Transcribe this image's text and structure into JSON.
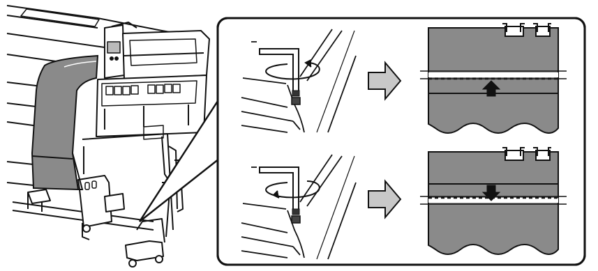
{
  "figure": {
    "kind": "printer-maintenance-illustration",
    "colors": {
      "line": "#111111",
      "media_gray": "#8a8a8a",
      "media_dark": "#555555",
      "arrow_fill": "#c8c8c8",
      "background": "#ffffff"
    },
    "steps": [
      {
        "id": "step-top",
        "tool": "hex-wrench",
        "rotation": "turn",
        "result_arrow": "up"
      },
      {
        "id": "step-bottom",
        "tool": "hex-wrench",
        "rotation": "turn",
        "result_arrow": "down"
      }
    ],
    "icons": [
      "hex-wrench-icon",
      "rotation-arrow-icon",
      "next-step-arrow-icon",
      "up-arrow-icon",
      "down-arrow-icon"
    ]
  }
}
